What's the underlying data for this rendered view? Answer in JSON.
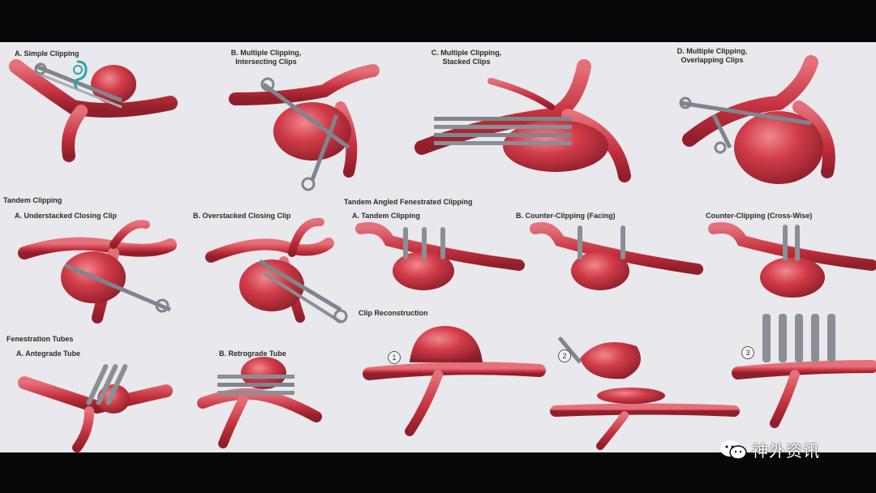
{
  "panels": {
    "a": {
      "label": "A. Simple Clipping"
    },
    "b": {
      "label1": "B. Multiple Clipping,",
      "label2": "Intersecting Clips"
    },
    "c": {
      "label1": "C. Multiple Clipping,",
      "label2": "Stacked Clips"
    },
    "d": {
      "label1": "D. Multiple Clipping,",
      "label2": "Overlapping Clips"
    },
    "tandem": {
      "title": "Tandem Clipping",
      "a": "A. Understacked Closing Clip",
      "b": "B. Overstacked Closing Clip"
    },
    "fenestrated": {
      "title": "Tandem Angled Fenestrated Clipping",
      "a": "A. Tandem Clipping",
      "b": "B. Counter-Clipping (Facing)",
      "c": "Counter-Clipping (Cross-Wise)"
    },
    "fenestration": {
      "title": "Fenestration Tubes",
      "a": "A. Antegrade Tube",
      "b": "B. Retrograde Tube"
    },
    "reconstruction": {
      "title": "Clip Reconstruction",
      "steps": [
        "1",
        "2",
        "3"
      ]
    }
  },
  "watermark": {
    "text": "神外资讯",
    "icon": "wechat-icon"
  },
  "colors": {
    "vessel": "#c8323e",
    "vessel_light": "#e06a72",
    "clip": "#8a8f96",
    "background": "#e9e8ec"
  }
}
